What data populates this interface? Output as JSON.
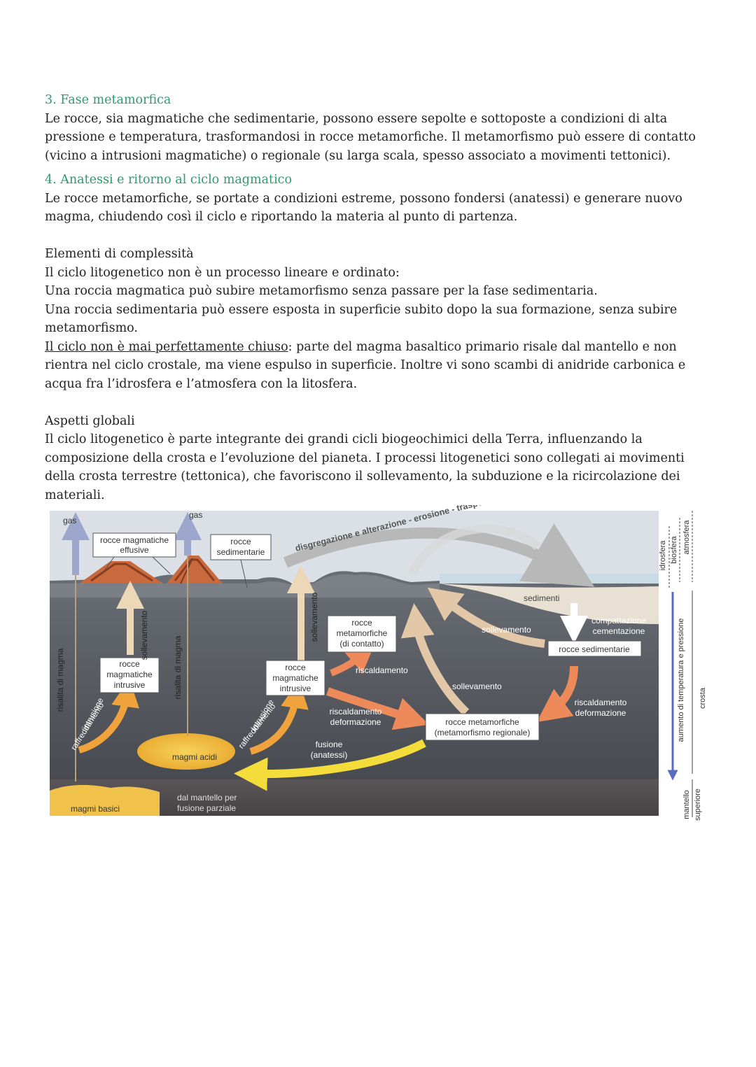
{
  "section3": {
    "title": "3. Fase metamorfica",
    "body": "Le rocce, sia magmatiche che sedimentarie, possono essere sepolte e sottoposte a condizioni di alta pressione e temperatura, trasformandosi in rocce metamorfiche. Il metamorfismo può essere di contatto (vicino a intrusioni magmatiche) o regionale (su larga scala, spesso associato a movimenti tettonici)."
  },
  "section4": {
    "title": "4. Anatessi e ritorno al ciclo magmatico",
    "body": "Le rocce metamorfiche, se portate a condizioni estreme, possono fondersi (anatessi) e generare nuovo magma, chiudendo così il ciclo e riportando la materia al punto di partenza."
  },
  "complexity": {
    "title": "Elementi di complessità",
    "line1": "Il ciclo litogenetico non è un processo lineare e ordinato:",
    "line2": "Una roccia magmatica può subire metamorfismo senza passare per la fase sedimentaria.",
    "line3": "Una roccia sedimentaria può essere esposta in superficie subito dopo la sua formazione, senza subire metamorfismo.",
    "underlined": "Il ciclo non è mai perfettamente chiuso",
    "rest": ": parte del magma basaltico primario risale dal mantello e non rientra nel ciclo crostale, ma viene espulso in superficie. Inoltre vi sono scambi di anidride carbonica e acqua fra l’idrosfera e l’atmosfera con la litosfera."
  },
  "global": {
    "title": "Aspetti globali",
    "body": "Il ciclo litogenetico è parte integrante dei grandi cicli biogeochimici della Terra, influenzando la composizione della crosta e l’evoluzione del pianeta. I processi litogenetici sono collegati ai movimenti della crosta terrestre (tettonica), che favoriscono il sollevamento, la subduzione e la ricircolazione dei materiali."
  },
  "diagram": {
    "gas_left": "gas",
    "gas_right": "gas",
    "effusive_1": "rocce magmatiche",
    "effusive_2": "effusive",
    "sedimentary_top_1": "rocce",
    "sedimentary_top_2": "sedimentarie",
    "surface_process": "disgregazione e alterazione - erosione - trasporto - deposizione",
    "sediments": "sedimenti",
    "compaction_1": "compattazione",
    "compaction_2": "cementazione",
    "rocce_sedimentarie": "rocce sedimentarie",
    "contact_1": "rocce",
    "contact_2": "metamorfiche",
    "contact_3": "(di contatto)",
    "uplift_1": "sollevamento",
    "uplift_2": "sollevamento",
    "uplift_3": "sollevamento",
    "uplift_4": "sollevamento",
    "heating": "riscaldamento",
    "heating_def_1a": "riscaldamento",
    "heating_def_1b": "deformazione",
    "heating_def_2a": "riscaldamento",
    "heating_def_2b": "deformazione",
    "intrusive_left_1": "rocce",
    "intrusive_left_2": "magmatiche",
    "intrusive_left_3": "intrusive",
    "intrusive_mid_1": "rocce",
    "intrusive_mid_2": "magmatiche",
    "intrusive_mid_3": "intrusive",
    "regional_1": "rocce metamorfiche",
    "regional_2": "(metamorfismo regionale)",
    "rising_1": "risalita di magma",
    "rising_2": "risalita di magma",
    "intrusion_1a": "intrusione",
    "intrusion_1b": "raffreddamento",
    "intrusion_2a": "intrusione",
    "intrusion_2b": "raffreddamento",
    "fusion_1": "fusione",
    "fusion_2": "(anatessi)",
    "acid_magma": "magmi acidi",
    "basic_magma": "magmi basici",
    "mantle_1": "dal mantello per",
    "mantle_2": "fusione parziale",
    "side_atmosfera": "atmosfera",
    "side_biosfera": "biosfera",
    "side_idrosfera": "idrosfera",
    "side_gradient": "aumento di temperatura e pressione",
    "side_crosta": "crosta",
    "side_mantello_1": "mantello",
    "side_mantello_2": "superiore"
  }
}
